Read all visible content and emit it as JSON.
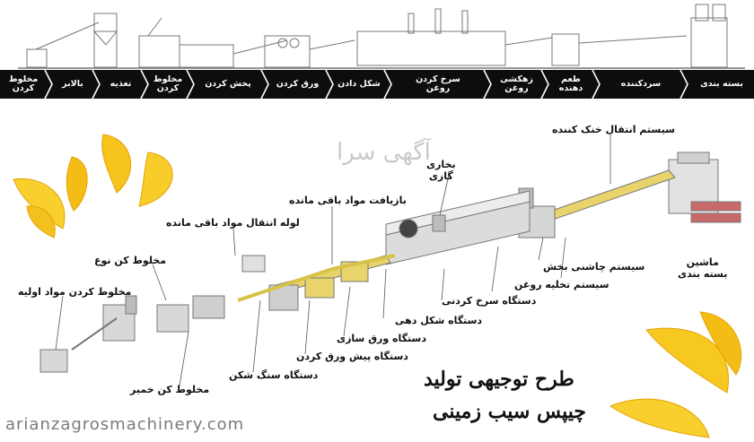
{
  "process_steps": [
    {
      "id": "s1",
      "label": "بسته بندی"
    },
    {
      "id": "s2",
      "label": "سردکننده"
    },
    {
      "id": "s3",
      "label": "طعم\nدهنده"
    },
    {
      "id": "s4",
      "label": "زهکشی\nروغن"
    },
    {
      "id": "s5",
      "label": "سرخ کردن\nروغن"
    },
    {
      "id": "s6",
      "label": "شکل دادن"
    },
    {
      "id": "s7",
      "label": "ورق کردن"
    },
    {
      "id": "s8",
      "label": "پخش کردن"
    },
    {
      "id": "s9",
      "label": "مخلوط\nکردن"
    },
    {
      "id": "s10",
      "label": "تغذیه"
    },
    {
      "id": "s11",
      "label": "بالابر"
    },
    {
      "id": "s12",
      "label": "مخلوط\nکردن"
    }
  ],
  "labels": {
    "cooling_conveyor": "سیستم انتقال خنک کننده",
    "steam": "بخاری\nگازی",
    "residue_recovery": "بازیافت مواد باقی مانده",
    "residue_pipe": "لوله انتقال مواد باقی مانده",
    "mixer_type": "مخلوط کن نوع",
    "raw_mixing": "مخلوط کردن مواد اولیه",
    "seasoning": "سیستم چاشنی بخش",
    "packaging_machine": "ماشین\nبسته بندی",
    "oil_drain": "سیستم تخلیه روغن",
    "fryer": "دستگاه سرخ کردنی",
    "shaper": "دستگاه شکل دهی",
    "sheeter": "دستگاه ورق سازی",
    "pre_sheeter": "دستگاه پیش ورق کردن",
    "stone_mill": "دستگاه سنگ شکن",
    "dough_mixer": "مخلوط کن خمیر"
  },
  "title_line1": "طرح توجیهی تولید",
  "title_line2": "چیپس سیب زمینی",
  "watermark": "آگهی سرا",
  "website": "arianzagrosmachinery.com",
  "colors": {
    "band": "#0d0d0d",
    "chip": "#f6c41c",
    "machine": "#8a8a8a",
    "conveyor": "#d8c247"
  }
}
